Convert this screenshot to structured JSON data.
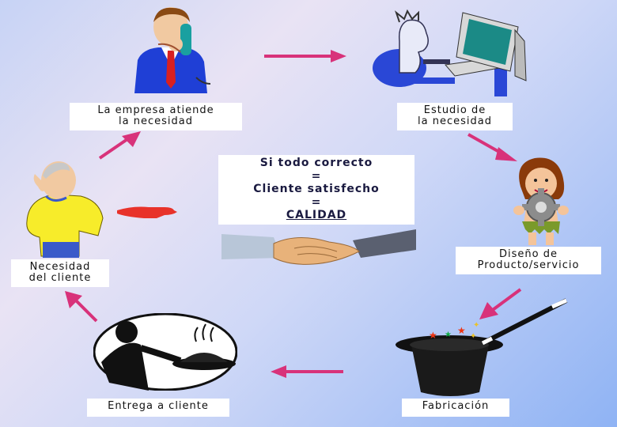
{
  "steps": {
    "empresa": {
      "line1": "La  empresa atiende",
      "line2": "la  necesidad"
    },
    "estudio": {
      "line1": "Estudio de",
      "line2": "la necesidad"
    },
    "diseno": {
      "line1": "Diseño de",
      "line2": "Producto/servicio"
    },
    "fabricacion": {
      "label": "Fabricación"
    },
    "entrega": {
      "label": "Entrega a cliente"
    },
    "necesidad": {
      "line1": "Necesidad",
      "line2": "del cliente"
    }
  },
  "center": {
    "line1": "Si todo correcto",
    "line2": "=",
    "line3": "Cliente satisfecho",
    "line4": "=",
    "line5": "CALIDAD"
  },
  "colors": {
    "arrow": "#d8327a",
    "hand": "#e8322a"
  }
}
